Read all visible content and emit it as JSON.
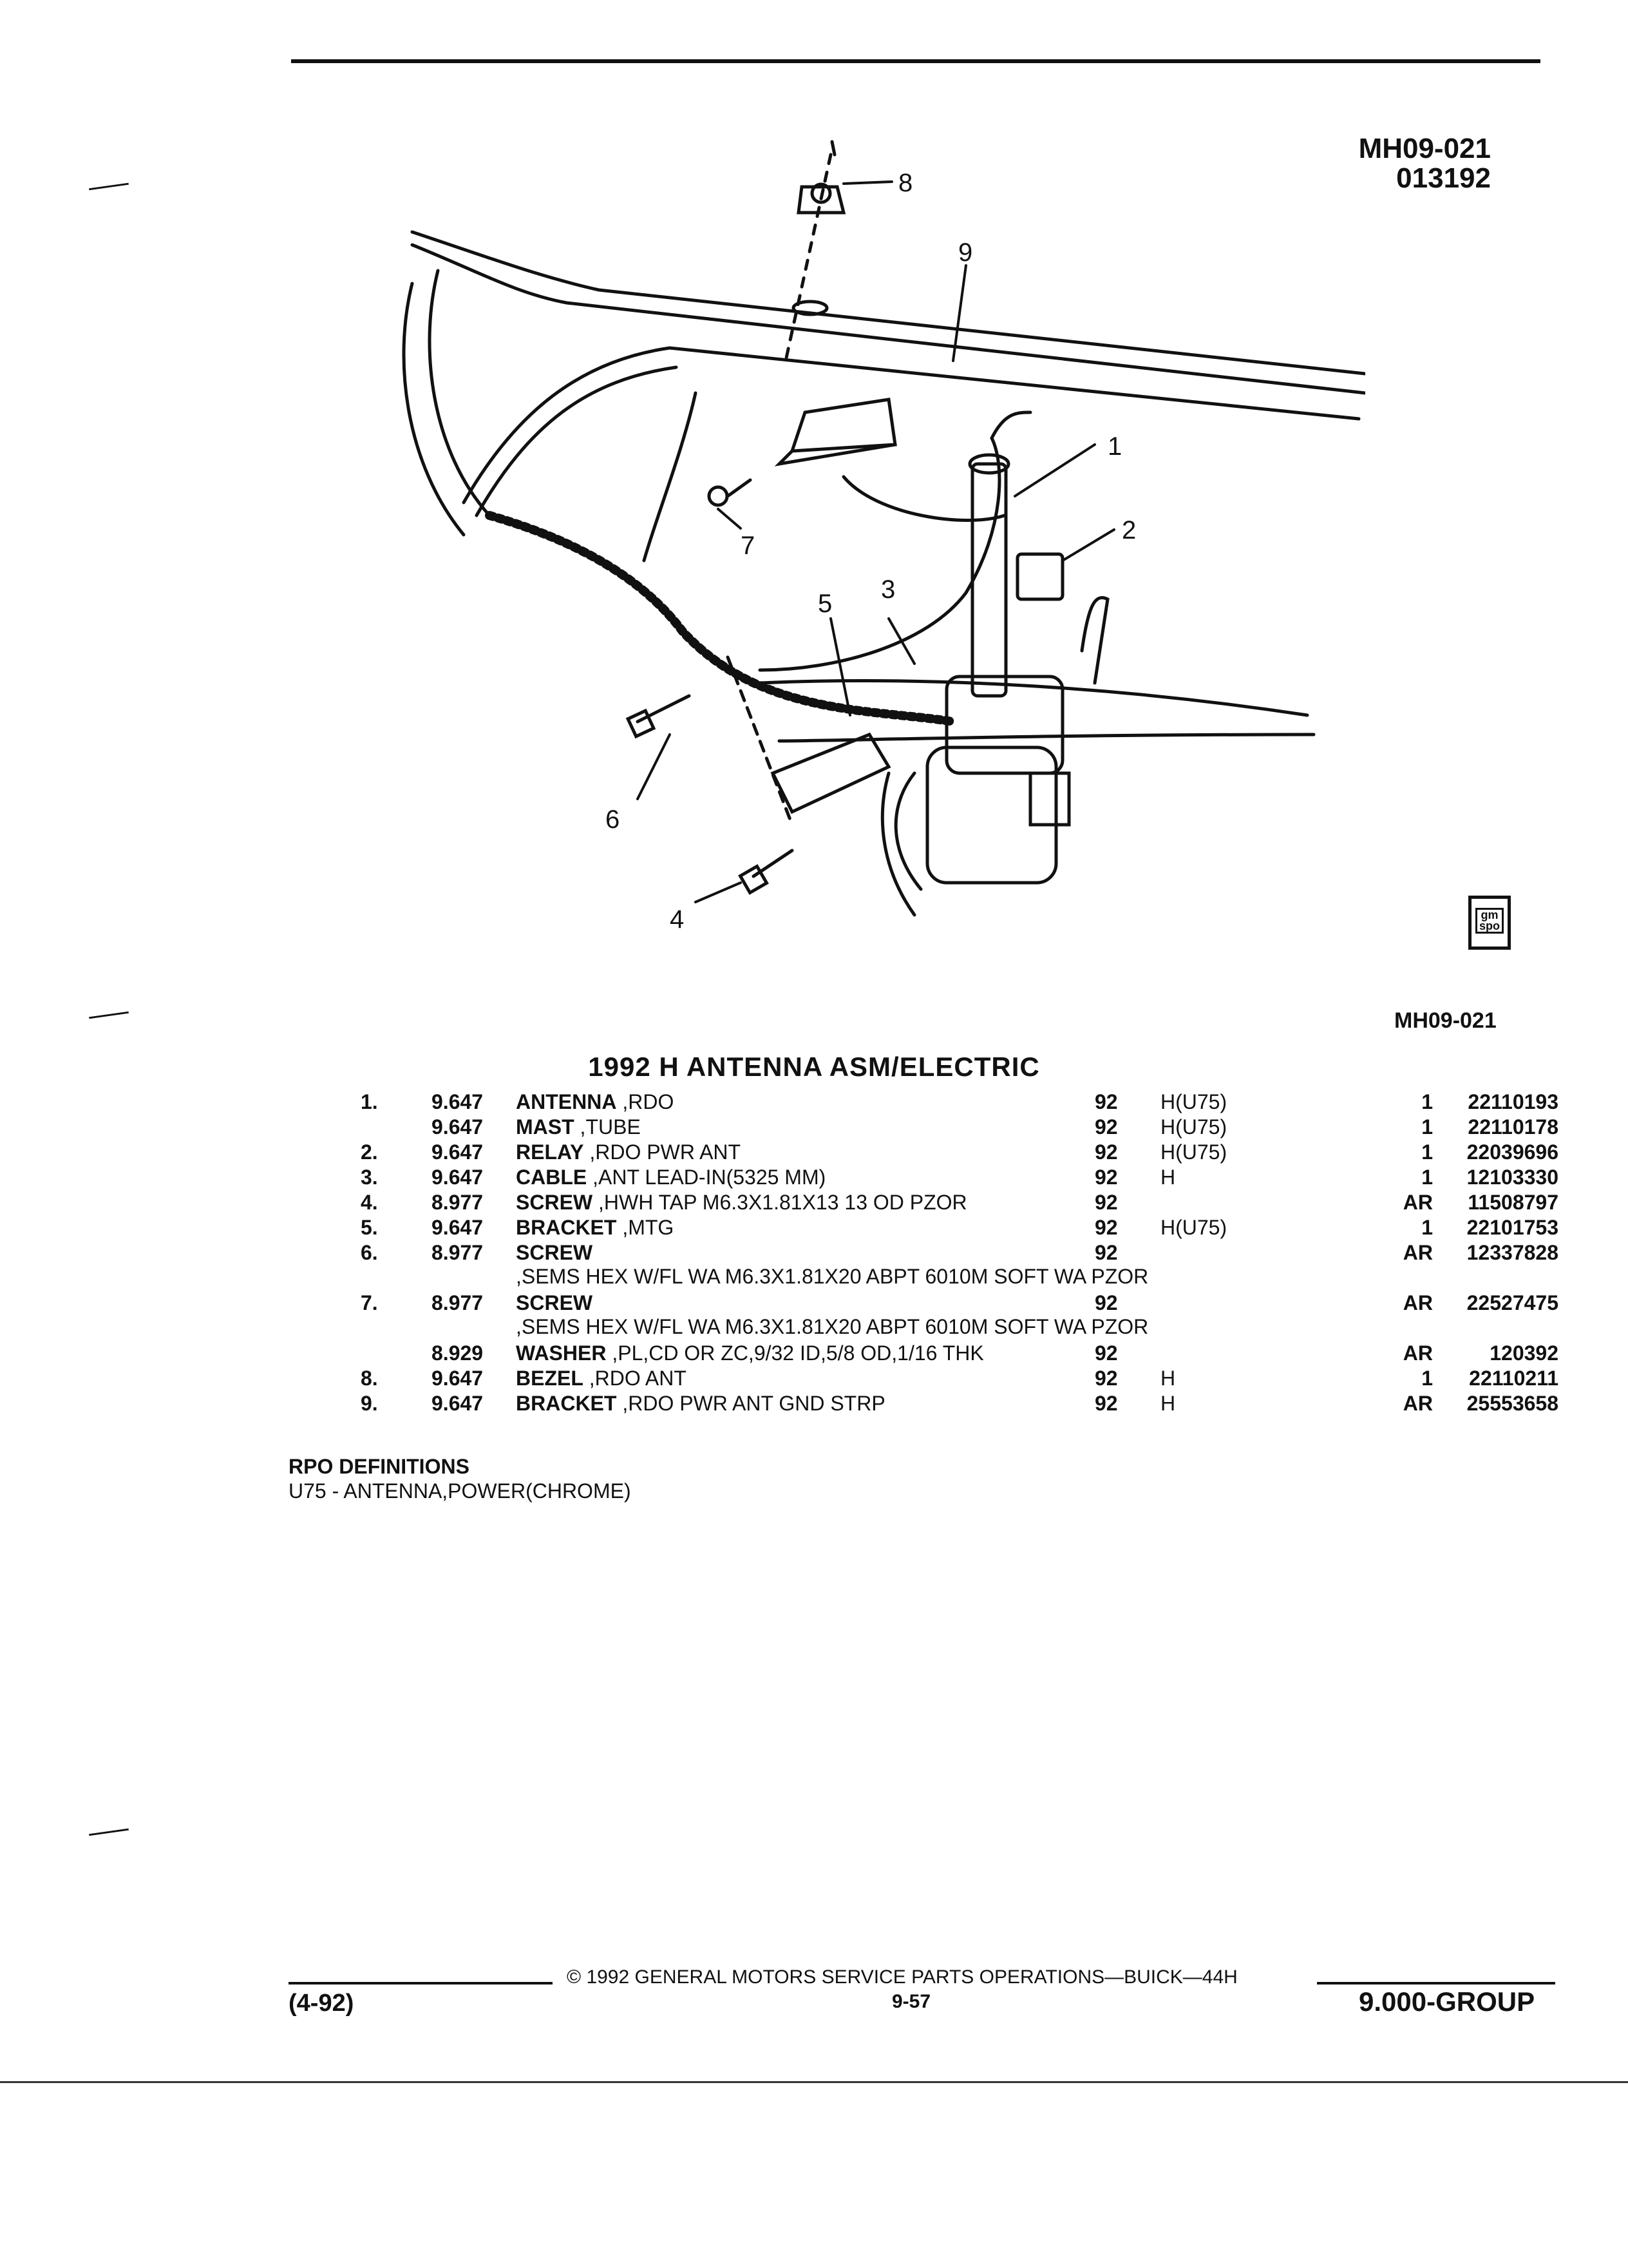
{
  "figure": {
    "code": "MH09-021",
    "date": "013192",
    "callouts": [
      "1",
      "2",
      "3",
      "4",
      "5",
      "6",
      "7",
      "8",
      "9"
    ],
    "caption_code": "MH09-021",
    "badge_text": "gm spo"
  },
  "title": "1992 H ANTENNA ASM/ELECTRIC",
  "parts": [
    {
      "ref": "1.",
      "group": "9.647",
      "name": "ANTENNA",
      "detail": ",RDO",
      "year": "92",
      "series": "H(U75)",
      "qty": "1",
      "part": "22110193"
    },
    {
      "ref": "",
      "group": "9.647",
      "name": "MAST",
      "detail": ",TUBE",
      "year": "92",
      "series": "H(U75)",
      "qty": "1",
      "part": "22110178"
    },
    {
      "ref": "2.",
      "group": "9.647",
      "name": "RELAY",
      "detail": ",RDO PWR ANT",
      "year": "92",
      "series": "H(U75)",
      "qty": "1",
      "part": "22039696"
    },
    {
      "ref": "3.",
      "group": "9.647",
      "name": "CABLE",
      "detail": ",ANT LEAD-IN(5325 MM)",
      "year": "92",
      "series": "H",
      "qty": "1",
      "part": "12103330"
    },
    {
      "ref": "4.",
      "group": "8.977",
      "name": "SCREW",
      "detail": ",HWH TAP M6.3X1.81X13 13 OD PZOR",
      "year": "92",
      "series": "",
      "qty": "AR",
      "part": "11508797"
    },
    {
      "ref": "5.",
      "group": "9.647",
      "name": "BRACKET",
      "detail": ",MTG",
      "year": "92",
      "series": "H(U75)",
      "qty": "1",
      "part": "22101753"
    },
    {
      "ref": "6.",
      "group": "8.977",
      "name": "SCREW",
      "detail": ",SEMS HEX W/FL WA M6.3X1.81X20 ABPT 6010M SOFT WA PZOR",
      "year": "92",
      "series": "",
      "qty": "AR",
      "part": "12337828"
    },
    {
      "ref": "7.",
      "group": "8.977",
      "name": "SCREW",
      "detail": ",SEMS HEX W/FL WA M6.3X1.81X20 ABPT 6010M SOFT WA PZOR",
      "year": "92",
      "series": "",
      "qty": "AR",
      "part": "22527475"
    },
    {
      "ref": "",
      "group": "8.929",
      "name": "WASHER",
      "detail": ",PL,CD OR ZC,9/32 ID,5/8 OD,1/16 THK",
      "year": "92",
      "series": "",
      "qty": "AR",
      "part": "120392"
    },
    {
      "ref": "8.",
      "group": "9.647",
      "name": "BEZEL",
      "detail": ",RDO ANT",
      "year": "92",
      "series": "H",
      "qty": "1",
      "part": "22110211"
    },
    {
      "ref": "9.",
      "group": "9.647",
      "name": "BRACKET",
      "detail": ",RDO PWR ANT GND STRP",
      "year": "92",
      "series": "H",
      "qty": "AR",
      "part": "25553658"
    }
  ],
  "rpo": {
    "heading": "RPO DEFINITIONS",
    "items": [
      "U75 - ANTENNA,POWER(CHROME)"
    ]
  },
  "footer": {
    "date": "(4-92)",
    "copyright": "© 1992 GENERAL MOTORS SERVICE PARTS OPERATIONS—BUICK—44H",
    "page": "9-57",
    "group": "9.000-GROUP"
  }
}
